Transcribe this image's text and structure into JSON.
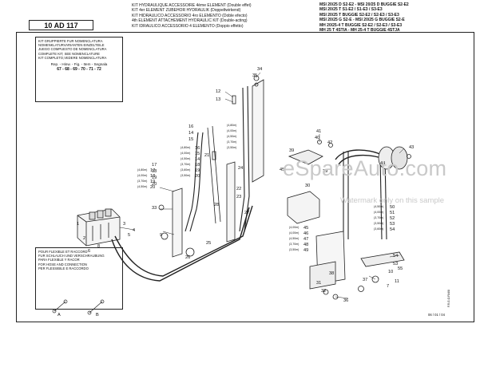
{
  "document": {
    "reference": "10 AD 117",
    "title_lines": [
      "KIT HYDRAULIQUE ACCESSOIRE 4ème ELEMENT (Double effet)",
      "KIT 4er ELEMENT ZUBEHOR HYDRAULIK (Doppeltwirkend)",
      "KIT HIDRAULICO ACCESSORIO 4ro ELEMENTO (Doble efecto)",
      "4th ELEMENT ATTACHEMENT HYDRAULIC KIT (Double-acting)",
      "KIT IDRAULICO ACCESSORIO 4 ELEMENTO (Doppio effetto)"
    ],
    "models": [
      "MSI 20/25 D S2-E2 - MSI 20/25 D BUGGIE S2-E2",
      "MSI 20/25 T S1-E2 / S1-E3 / S3-E3",
      "MSI 20/25 T BUGGIE S2-E2 / S2-E3 / S3-E3",
      "MSI 20/25 G S2-E - MSI 20/25 G BUGGIE S2-E",
      "MH 20/25-4 T BUGGIE S2-E2 / S2-E3 / S3-E3",
      "MH 25 T 4STIA - MH 25-4 T BUGGIE 4STJA"
    ],
    "legend": {
      "lines": [
        "KIT GRUPPIERTE FUR NOMENCLATURA",
        "NOMENKLATURVARIANTEN EINZELTEILE",
        "JUEGO COMPUESTO DE NOMENCLATURA",
        "COMPLETE KIT, SEE NOMENCLATURE",
        "KIT COMPLETO,VEDERE NOMENCLATURA"
      ],
      "columns": "Rep. - Hinw. - Fig. - Item - Segnala",
      "numbers": "67 - 68 - 69 - 70 - 71 - 72"
    },
    "footer": {
      "lines": [
        "POUR FLEXIBLE ET RACCORD",
        "FUR SCHLAUCH UND VERSCHRAUBUNG",
        "PARA FLEXIBLE Y RACOR",
        "FOR HOSE AND CONNECTION",
        "PER FLESSIBILE E RACCORDO"
      ],
      "item_a": "A",
      "item_b": "B"
    },
    "date": "06 / 01 / 04",
    "side_code": "F.R.G.O.F84/8"
  },
  "watermark": {
    "text": "eSpareAuto.com",
    "subtext": "Watermark only on this sample"
  },
  "callouts": [
    {
      "label": "34"
    },
    {
      "label": "35"
    },
    {
      "label": "12"
    },
    {
      "label": "13"
    },
    {
      "label": "16"
    },
    {
      "label": "14"
    },
    {
      "label": "15"
    },
    {
      "label": "17"
    },
    {
      "label": "18"
    },
    {
      "label": "19"
    },
    {
      "label": "20"
    },
    {
      "label": "21"
    },
    {
      "label": "41"
    },
    {
      "label": "42"
    },
    {
      "label": "33"
    },
    {
      "label": "22"
    },
    {
      "label": "23"
    },
    {
      "label": "24"
    },
    {
      "label": "26"
    },
    {
      "label": "25"
    },
    {
      "label": "28"
    },
    {
      "label": "27"
    },
    {
      "label": "9"
    },
    {
      "label": "8"
    },
    {
      "label": "6"
    },
    {
      "label": "4"
    },
    {
      "label": "3"
    },
    {
      "label": "2"
    },
    {
      "label": "5"
    },
    {
      "label": "1"
    },
    {
      "label": "40"
    },
    {
      "label": "39"
    },
    {
      "label": "30"
    },
    {
      "label": "29"
    },
    {
      "label": "38"
    },
    {
      "label": "32"
    },
    {
      "label": "31"
    },
    {
      "label": "37"
    },
    {
      "label": "36"
    },
    {
      "label": "10"
    },
    {
      "label": "11"
    },
    {
      "label": "7"
    },
    {
      "label": "54"
    },
    {
      "label": "53"
    },
    {
      "label": "55"
    },
    {
      "label": "43"
    },
    {
      "label": "44"
    },
    {
      "label": "45"
    }
  ],
  "dimensions": {
    "left_group": [
      "(4,80m)",
      "(4,00m)",
      "(4,50m)",
      "(3,70m)",
      "(3,60m)",
      "(3,50m)"
    ],
    "small_group": [
      "(4,80m)",
      "(4,00m)",
      "(3,70m)",
      "(4,50m)"
    ],
    "mid_group": [
      "(4,80m)",
      "(4,00m)",
      "(4,50m)",
      "(3,70m)",
      "(3,50m)"
    ],
    "right_group": [
      "(4,50m)",
      "(4,00m)",
      "(3,70m)",
      "(3,50m)",
      "(3,60m)"
    ],
    "bottom_group": [
      "(4,00m)",
      "(4,00m)",
      "(4,50m)",
      "(3,70m)",
      "(3,50m)"
    ]
  },
  "dim_numbers": {
    "left_group": [
      "16",
      "15",
      "14",
      "18",
      "19",
      "20"
    ],
    "small_group": [
      "17",
      "18",
      "19",
      "20"
    ],
    "right_group": [
      "50",
      "51",
      "52",
      "53",
      "54"
    ],
    "bottom_group": [
      "45",
      "46",
      "47",
      "48",
      "49"
    ]
  }
}
